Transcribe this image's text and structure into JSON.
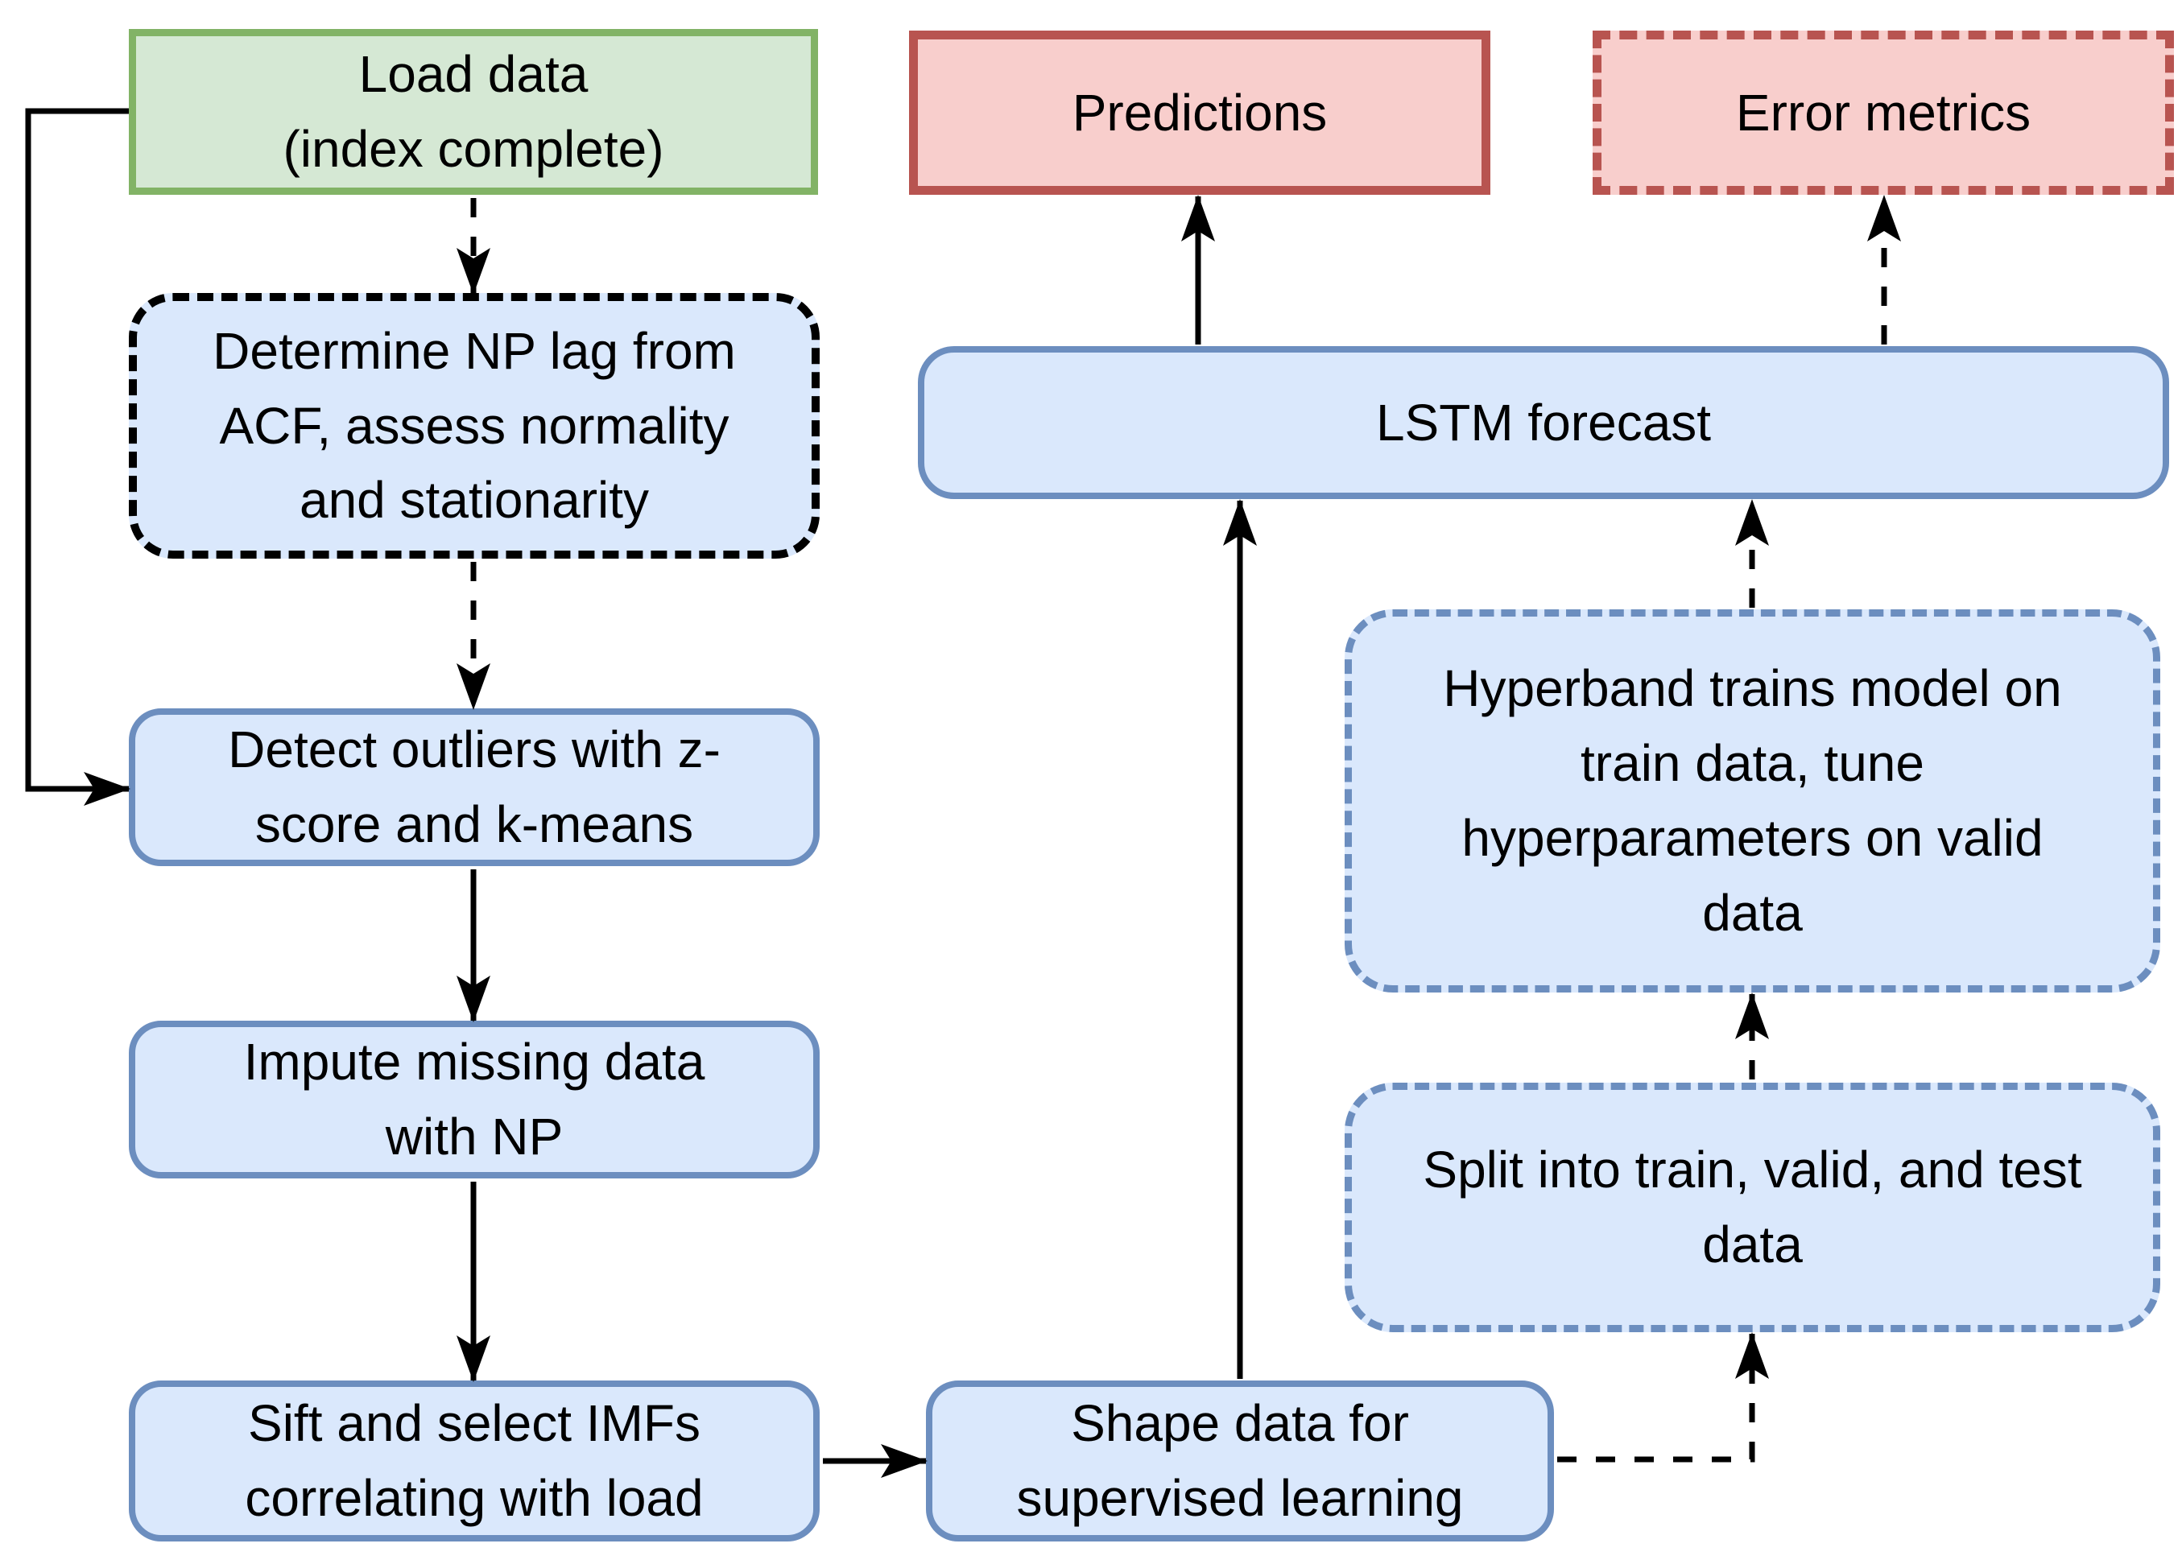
{
  "diagram": {
    "type": "flowchart",
    "description": "LSTM load-forecasting pipeline flowchart",
    "colors": {
      "background": "#ffffff",
      "process_fill": "#dae8fc",
      "process_stroke": "#6c8ebf",
      "input_fill": "#d5e8d4",
      "input_stroke": "#82b366",
      "output_fill": "#f8cecc",
      "output_stroke": "#b85450",
      "arrow": "#000000",
      "text": "#000000"
    },
    "nodes": {
      "load_data": {
        "label": "Load data\n(index complete)",
        "shape": "rectangle",
        "style": "green-solid"
      },
      "determine_np_lag": {
        "label": "Determine NP lag from\nACF, assess normality\nand stationarity",
        "shape": "rounded",
        "style": "black-dashed"
      },
      "detect_outliers": {
        "label": "Detect outliers with z-\nscore and k-means",
        "shape": "rounded",
        "style": "blue-solid"
      },
      "impute_missing": {
        "label": "Impute missing data\nwith NP",
        "shape": "rounded",
        "style": "blue-solid"
      },
      "sift_select_imfs": {
        "label": "Sift and select IMFs\ncorrelating with load",
        "shape": "rounded",
        "style": "blue-solid"
      },
      "shape_data": {
        "label": "Shape data for\nsupervised learning",
        "shape": "rounded",
        "style": "blue-solid"
      },
      "lstm_forecast": {
        "label": "LSTM forecast",
        "shape": "rounded",
        "style": "blue-solid"
      },
      "predictions": {
        "label": "Predictions",
        "shape": "rectangle",
        "style": "red-solid"
      },
      "error_metrics": {
        "label": "Error metrics",
        "shape": "rectangle",
        "style": "red-dashed"
      },
      "hyperband_tuning": {
        "label": "Hyperband trains model on\ntrain data, tune\nhyperparameters on valid\ndata",
        "shape": "rounded",
        "style": "blue-dashed"
      },
      "split_data": {
        "label": "Split into train, valid, and test\ndata",
        "shape": "rounded",
        "style": "blue-dashed"
      }
    },
    "edges": [
      {
        "from": "load_data",
        "to": "determine_np_lag",
        "line": "dashed"
      },
      {
        "from": "load_data",
        "to": "detect_outliers",
        "line": "solid"
      },
      {
        "from": "determine_np_lag",
        "to": "detect_outliers",
        "line": "dashed"
      },
      {
        "from": "detect_outliers",
        "to": "impute_missing",
        "line": "solid"
      },
      {
        "from": "impute_missing",
        "to": "sift_select_imfs",
        "line": "solid"
      },
      {
        "from": "sift_select_imfs",
        "to": "shape_data",
        "line": "solid"
      },
      {
        "from": "shape_data",
        "to": "lstm_forecast",
        "line": "solid"
      },
      {
        "from": "shape_data",
        "to": "split_data",
        "line": "dashed"
      },
      {
        "from": "split_data",
        "to": "hyperband_tuning",
        "line": "dashed"
      },
      {
        "from": "hyperband_tuning",
        "to": "lstm_forecast",
        "line": "dashed"
      },
      {
        "from": "lstm_forecast",
        "to": "predictions",
        "line": "solid"
      },
      {
        "from": "lstm_forecast",
        "to": "error_metrics",
        "line": "dashed"
      }
    ]
  }
}
